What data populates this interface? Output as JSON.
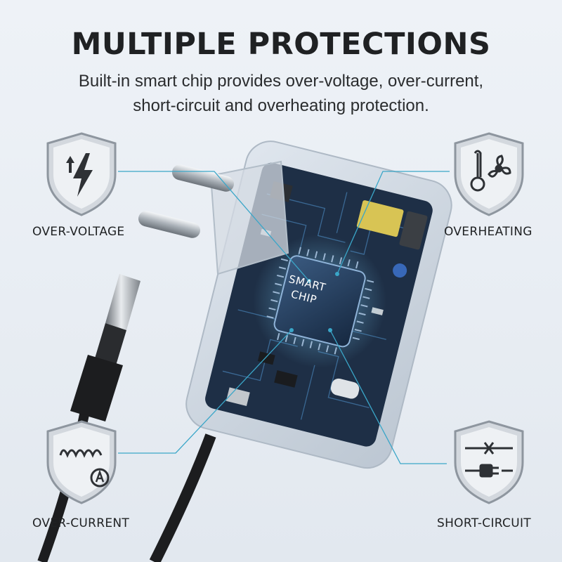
{
  "header": {
    "title": "MULTIPLE PROTECTIONS",
    "subtitle_line1": "Built-in smart chip provides over-voltage, over-current,",
    "subtitle_line2": "short-circuit and overheating protection."
  },
  "features": {
    "over_voltage": {
      "label": "OVER-VOLTAGE",
      "icon": "lightning-arrow-icon"
    },
    "overheating": {
      "label": "OVERHEATING",
      "icon": "thermometer-fan-icon"
    },
    "over_current": {
      "label": "OVER-CURRENT",
      "icon": "coil-ammeter-icon"
    },
    "short_circuit": {
      "label": "SHORT-CIRCUIT",
      "icon": "broken-wire-plug-icon"
    }
  },
  "chip": {
    "line1": "SMART",
    "line2": "CHIP"
  },
  "colors": {
    "accent": "#3aa6c8",
    "shield_metal": "#c9ced4",
    "pcb": "#1f3148",
    "title": "#1f2123"
  }
}
